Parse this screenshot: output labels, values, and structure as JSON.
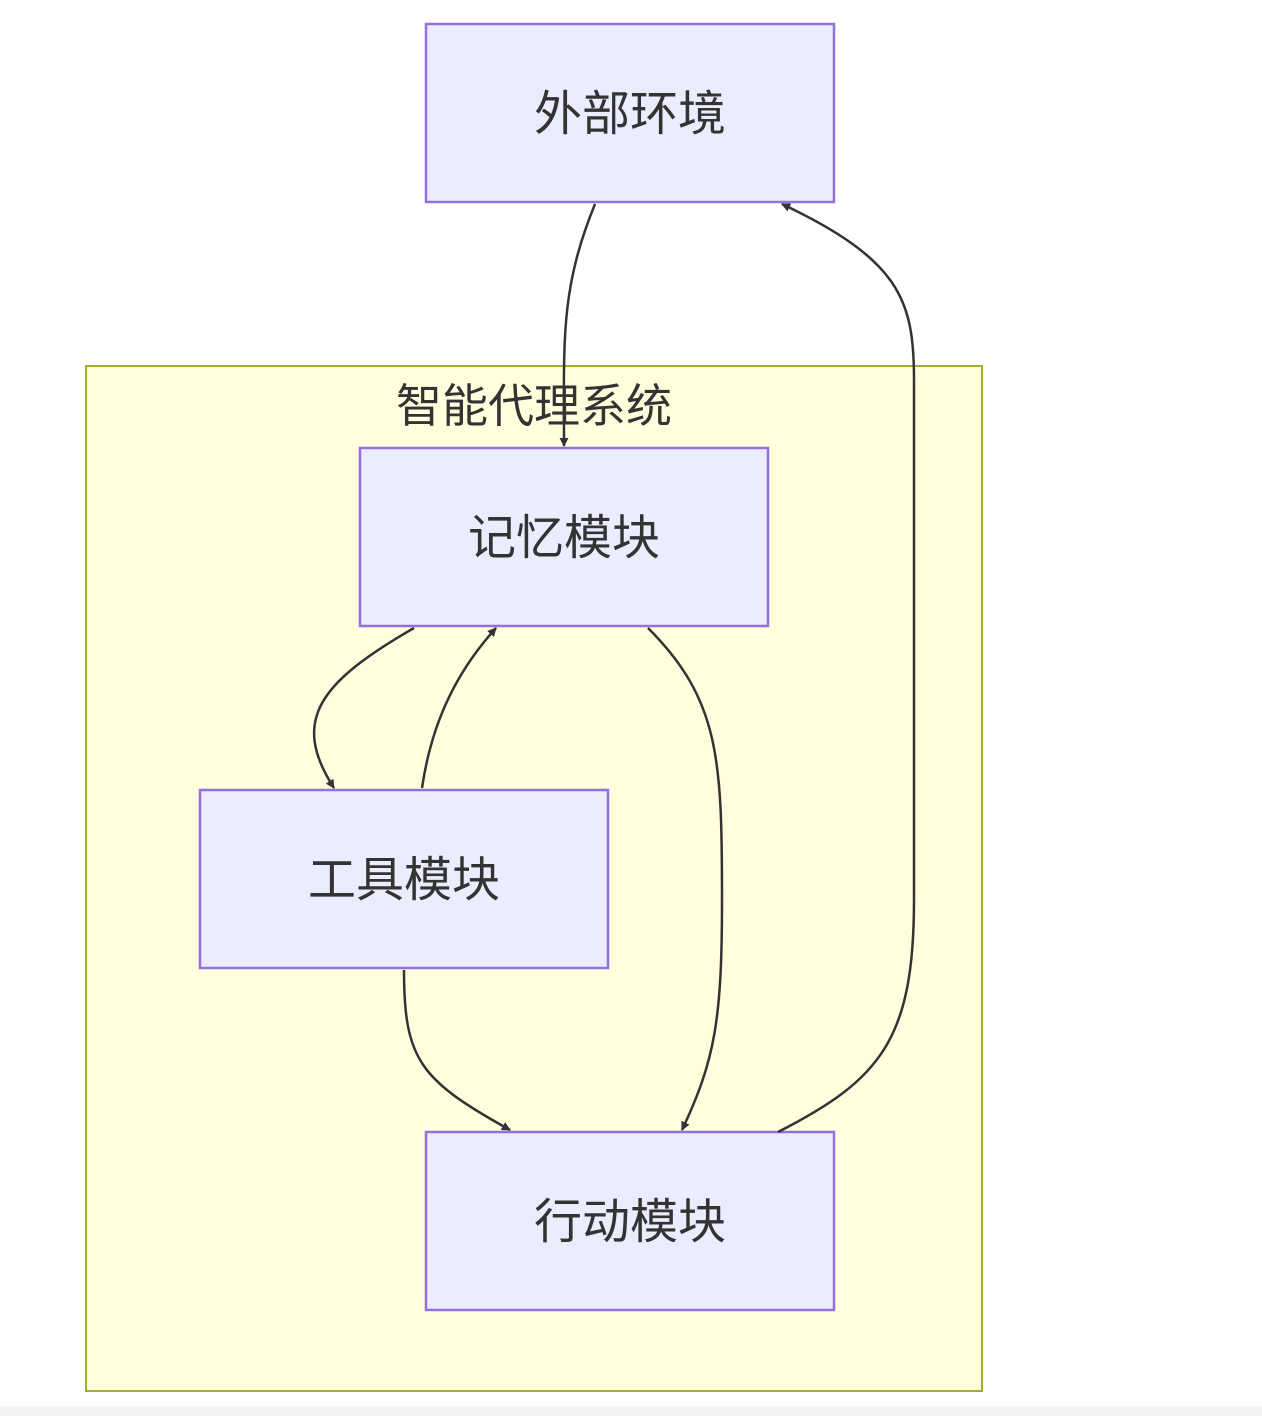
{
  "diagram": {
    "type": "flowchart",
    "colors": {
      "node_fill": "#ececff",
      "node_stroke": "#9370db",
      "cluster_fill": "#ffffde",
      "cluster_stroke": "#aaaa33",
      "edge": "#333333",
      "text": "#333333"
    },
    "cluster": {
      "id": "agent_system",
      "label": "智能代理系统",
      "members": [
        "memory",
        "tools",
        "action"
      ]
    },
    "nodes": {
      "env": {
        "label": "外部环境"
      },
      "memory": {
        "label": "记忆模块"
      },
      "tools": {
        "label": "工具模块"
      },
      "action": {
        "label": "行动模块"
      }
    },
    "edges": [
      {
        "from": "env",
        "to": "memory"
      },
      {
        "from": "memory",
        "to": "tools"
      },
      {
        "from": "tools",
        "to": "memory"
      },
      {
        "from": "tools",
        "to": "action"
      },
      {
        "from": "memory",
        "to": "action"
      },
      {
        "from": "action",
        "to": "env"
      }
    ]
  }
}
